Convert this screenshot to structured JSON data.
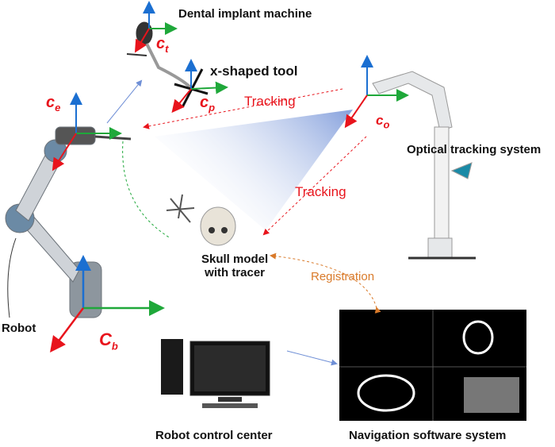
{
  "labels": {
    "dental_implant_machine": "Dental implant machine",
    "x_shaped_tool": "x-shaped tool",
    "tracking_1": "Tracking",
    "tracking_2": "Tracking",
    "optical_tracking_system": "Optical tracking system",
    "skull_model_line1": "Skull model",
    "skull_model_line2": "with tracer",
    "registration": "Registration",
    "robot": "Robot",
    "robot_control_center": "Robot control center",
    "navigation_software_system": "Navigation software system"
  },
  "frames": {
    "ct": {
      "base": "c",
      "sub": "t"
    },
    "cp": {
      "base": "c",
      "sub": "p"
    },
    "ce": {
      "base": "c",
      "sub": "e"
    },
    "co": {
      "base": "c",
      "sub": "o"
    },
    "cb": {
      "base": "C",
      "sub": "b"
    }
  },
  "colors": {
    "axis_x": "#e8141c",
    "axis_y": "#1fa83a",
    "axis_z": "#1b6fd1",
    "tracking": "#e8141c",
    "registration": "#d97a2a",
    "cone": "#8ea6d8"
  }
}
